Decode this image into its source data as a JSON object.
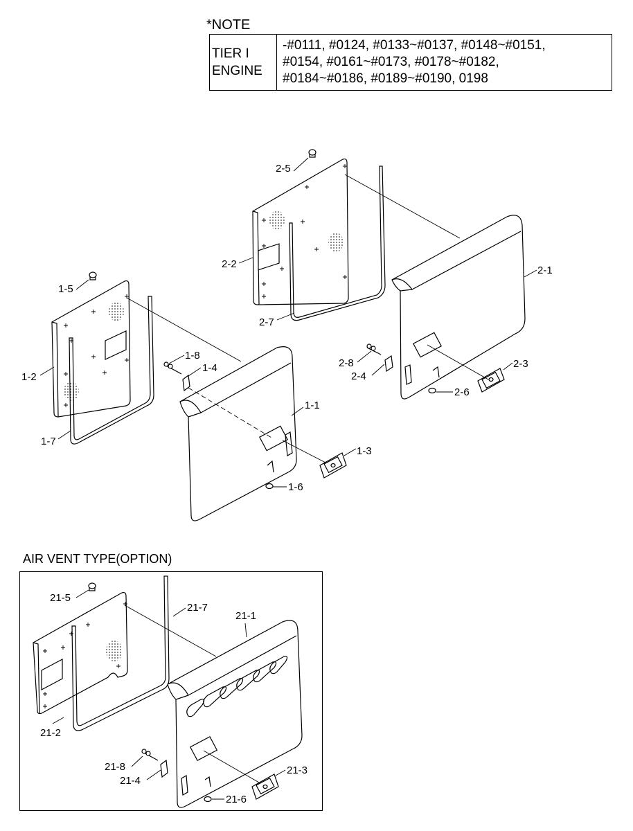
{
  "note": {
    "title": "*NOTE",
    "label_line1": "TIER I",
    "label_line2": "ENGINE",
    "serials": [
      "-#0111, #0124, #0133~#0137, #0148~#0151,",
      "#0154, #0161~#0173, #0178~#0182,",
      "#0184~#0186, #0189~#0190, 0198"
    ]
  },
  "air_vent": {
    "title": "AIR VENT TYPE(OPTION)"
  },
  "parts": {
    "p1_1": "1-1",
    "p1_2": "1-2",
    "p1_3": "1-3",
    "p1_4": "1-4",
    "p1_5": "1-5",
    "p1_6": "1-6",
    "p1_7": "1-7",
    "p1_8": "1-8",
    "p2_1": "2-1",
    "p2_2": "2-2",
    "p2_3": "2-3",
    "p2_4": "2-4",
    "p2_5": "2-5",
    "p2_6": "2-6",
    "p2_7": "2-7",
    "p2_8": "2-8",
    "p21_1": "21-1",
    "p21_2": "21-2",
    "p21_3": "21-3",
    "p21_4": "21-4",
    "p21_5": "21-5",
    "p21_6": "21-6",
    "p21_7": "21-7",
    "p21_8": "21-8"
  }
}
